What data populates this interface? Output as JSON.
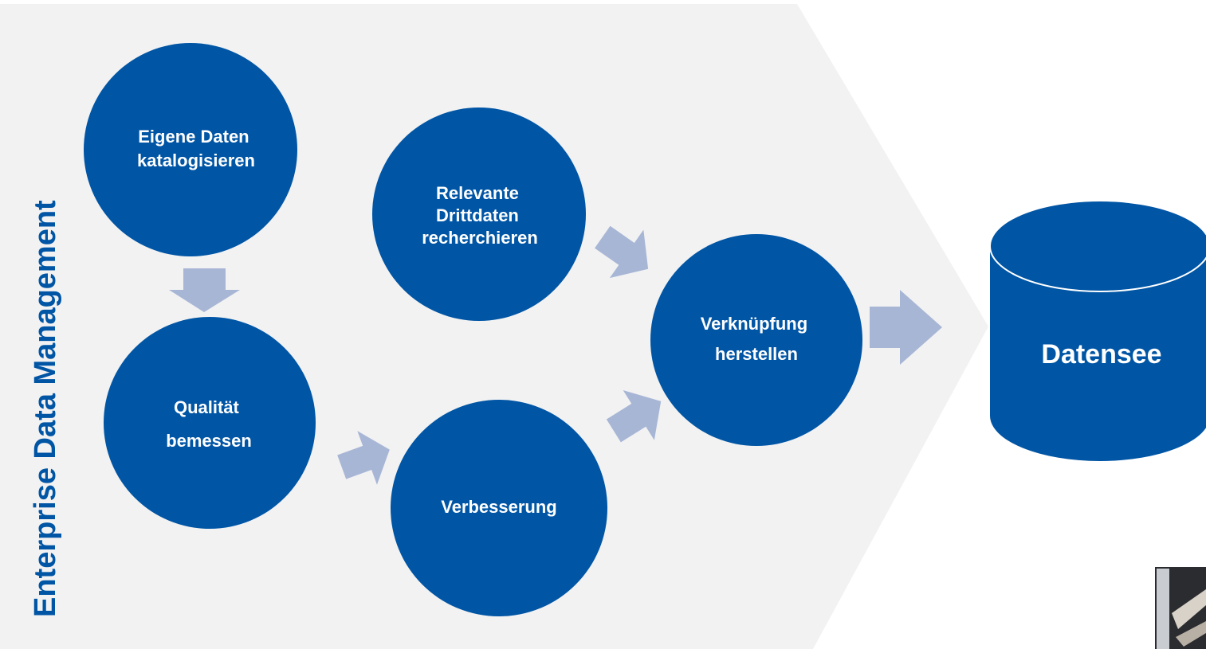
{
  "diagram": {
    "side_title": "Enterprise Data Management",
    "nodes": [
      {
        "id": "eigene-daten",
        "lines": [
          "Eigene Daten",
          "katalogisieren"
        ]
      },
      {
        "id": "qualitaet",
        "lines": [
          "Qualität",
          "bemessen"
        ]
      },
      {
        "id": "drittdaten",
        "lines": [
          "Relevante",
          "Drittdaten",
          "recherchieren"
        ]
      },
      {
        "id": "verbesserung",
        "lines": [
          "Verbesserung"
        ]
      },
      {
        "id": "verknuepfung",
        "lines": [
          "Verknüpfung",
          "herstellen"
        ]
      }
    ],
    "target": {
      "label": "Datensee"
    },
    "colors": {
      "background_chevron": "#f2f2f2",
      "node_fill": "#0055a5",
      "node_text": "#ffffff",
      "arrow_fill": "#a8b6d6",
      "title": "#0055a5"
    }
  }
}
